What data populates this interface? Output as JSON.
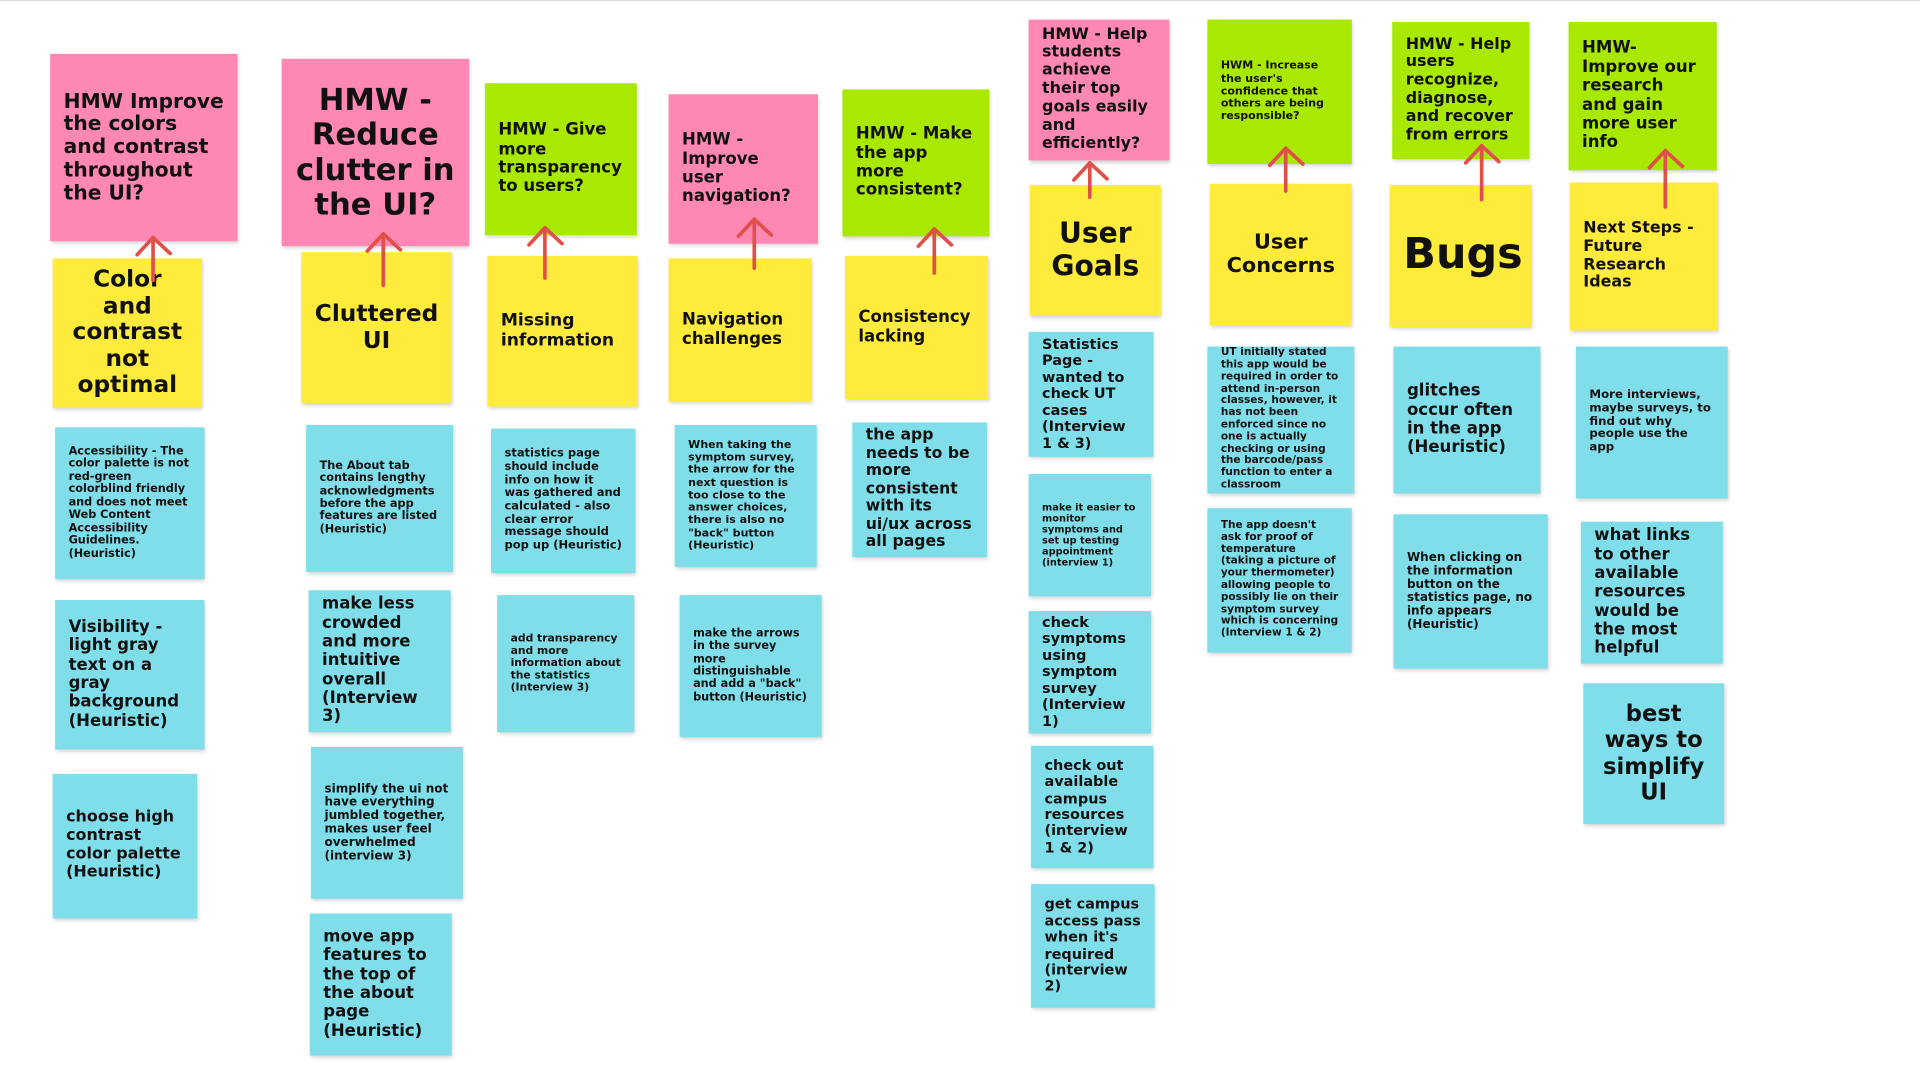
{
  "colors": {
    "pink": "#ff87b4",
    "green": "#a9e800",
    "yellow": "#ffeb3b",
    "blue": "#80deea",
    "arrow": "#e0504a"
  },
  "notes": [
    {
      "color": "pink",
      "text": "HMW Improve the colors and contrast throughout the UI?"
    },
    {
      "color": "yellow",
      "text": "Color and contrast not optimal"
    },
    {
      "color": "blue",
      "text": "Accessibility - The color palette is not red-green colorblind friendly and does not meet Web Content Accessibility Guidelines. (Heuristic)"
    },
    {
      "color": "blue",
      "text": "Visibility - light gray text on a gray background (Heuristic)"
    },
    {
      "color": "blue",
      "text": "choose high contrast color palette (Heuristic)"
    },
    {
      "color": "pink",
      "text": "HMW - Reduce clutter in the UI?"
    },
    {
      "color": "yellow",
      "text": "Cluttered UI"
    },
    {
      "color": "blue",
      "text": "The About tab contains lengthy acknowledgments before the app features are listed (Heuristic)"
    },
    {
      "color": "blue",
      "text": "make less crowded and more intuitive overall (Interview 3)"
    },
    {
      "color": "blue",
      "text": "simplify the ui not have everything jumbled together, makes user feel overwhelmed (interview 3)"
    },
    {
      "color": "blue",
      "text": "move app features to the top of the about page (Heuristic)"
    },
    {
      "color": "green",
      "text": "HMW - Give more transparency to users?"
    },
    {
      "color": "yellow",
      "text": "Missing information"
    },
    {
      "color": "blue",
      "text": "statistics page should include info on how it was gathered and calculated - also clear error message should pop up (Heuristic)"
    },
    {
      "color": "blue",
      "text": "add transparency and more information about the statistics (Interview 3)"
    },
    {
      "color": "pink",
      "text": "HMW - Improve user navigation?"
    },
    {
      "color": "yellow",
      "text": "Navigation challenges"
    },
    {
      "color": "blue",
      "text": "When taking the symptom survey, the arrow for the next question is too close to the answer choices, there is also no \"back\" button (Heuristic)"
    },
    {
      "color": "blue",
      "text": "make the arrows in the survey more distinguishable and add a \"back\" button (Heuristic)"
    },
    {
      "color": "green",
      "text": "HMW - Make the app more consistent?"
    },
    {
      "color": "yellow",
      "text": "Consistency lacking"
    },
    {
      "color": "blue",
      "text": "the app needs to be more consistent with its ui/ux across all pages"
    },
    {
      "color": "pink",
      "text": "HMW - Help students achieve their top goals easily and efficiently?"
    },
    {
      "color": "yellow",
      "text": "User Goals"
    },
    {
      "color": "blue",
      "text": "Statistics Page - wanted to check UT cases (Interview 1 & 3)"
    },
    {
      "color": "blue",
      "text": "make it easier to monitor symptoms and set up testing appointment (interview 1)"
    },
    {
      "color": "blue",
      "text": "check symptoms using symptom survey (Interview 1)"
    },
    {
      "color": "blue",
      "text": "check out available campus resources (interview 1 & 2)"
    },
    {
      "color": "blue",
      "text": "get campus access pass when it's required (interview 2)"
    },
    {
      "color": "green",
      "text": "HWM - Increase the user's confidence that others are being responsible?"
    },
    {
      "color": "yellow",
      "text": "User Concerns"
    },
    {
      "color": "blue",
      "text": "UT initially stated this app would be required in order to attend in-person classes, however, it has not been enforced since no one is actually checking or using the barcode/pass function to enter a classroom"
    },
    {
      "color": "blue",
      "text": "The app doesn't ask for proof of temperature (taking a picture of your thermometer) allowing people to possibly lie on their symptom survey which is concerning (Interview 1 & 2)"
    },
    {
      "color": "green",
      "text": "HMW - Help users recognize, diagnose, and recover from errors"
    },
    {
      "color": "yellow",
      "text": "Bugs"
    },
    {
      "color": "blue",
      "text": "glitches occur often in the app (Heuristic)"
    },
    {
      "color": "blue",
      "text": "When clicking on the information button on the statistics page, no info appears (Heuristic)"
    },
    {
      "color": "green",
      "text": "HMW- Improve our research and gain more user info"
    },
    {
      "color": "yellow",
      "text": "Next Steps - Future Research Ideas"
    },
    {
      "color": "blue",
      "text": "More interviews, maybe surveys, to find out why people use the app"
    },
    {
      "color": "blue",
      "text": "what links to other available resources would be the most helpful"
    },
    {
      "color": "blue",
      "text": "best ways to simplify UI"
    }
  ]
}
